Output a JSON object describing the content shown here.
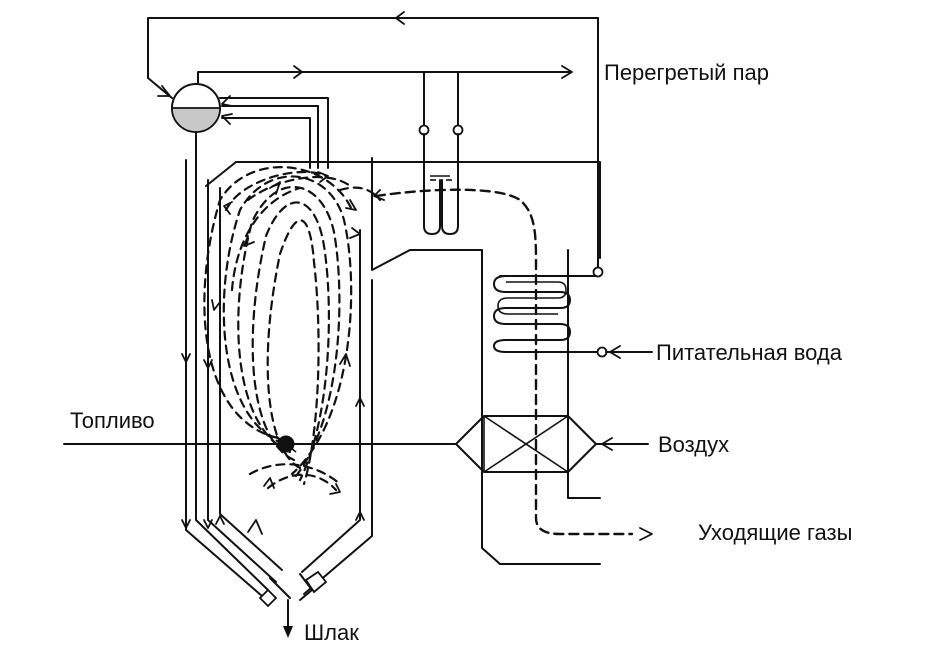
{
  "labels": {
    "superheated_steam": "Перегретый пар",
    "feed_water": "Питательная вода",
    "fuel": "Топливо",
    "air": "Воздух",
    "flue_gases": "Уходящие газы",
    "slag": "Шлак"
  },
  "colors": {
    "line": "#111111",
    "drum_water": "#c8c8c8",
    "background": "#ffffff"
  }
}
